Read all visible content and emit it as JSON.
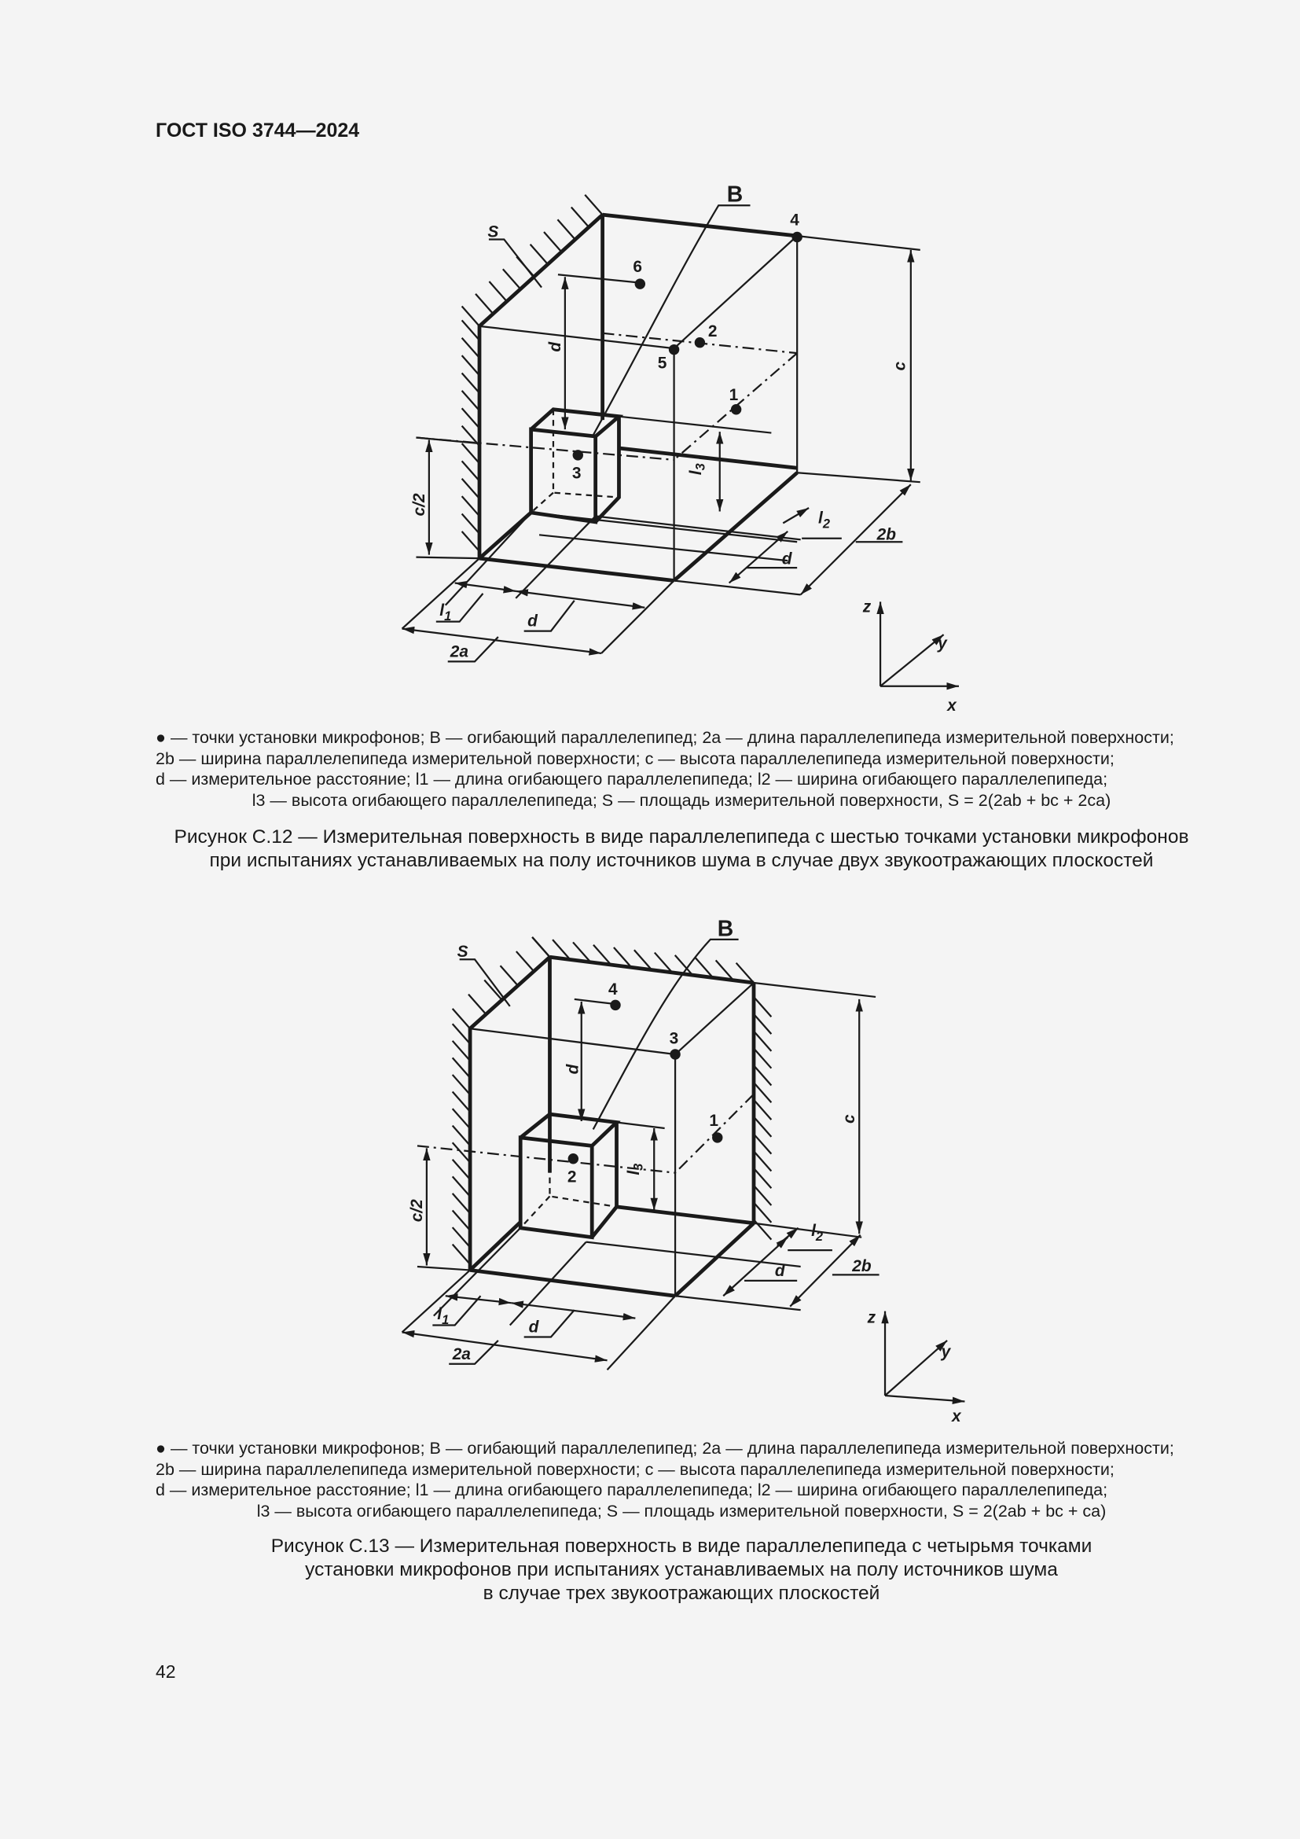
{
  "header": {
    "title": "ГОСТ ISO 3744—2024"
  },
  "figure12": {
    "labels": {
      "B": "B",
      "S": "S",
      "p1": "1",
      "p2": "2",
      "p3": "3",
      "p4": "4",
      "p5": "5",
      "p6": "6",
      "c": "c",
      "c2": "c/2",
      "d": "d",
      "l1": "l",
      "l1sub": "1",
      "l2": "l",
      "l2sub": "2",
      "l3": "l",
      "l3sub": "3",
      "twoa": "2a",
      "twob": "2b",
      "x": "x",
      "y": "y",
      "z": "z"
    },
    "legend": [
      "● — точки установки микрофонов; B — огибающий параллелепипед; 2a — длина параллелепипеда измерительной поверхности;",
      "2b — ширина параллелепипеда измерительной поверхности; c — высота параллелепипеда измерительной поверхности;",
      "d — измерительное расстояние; l1 — длина огибающего параллелепипеда; l2 — ширина огибающего параллелепипеда;",
      "l3 — высота огибающего параллелепипеда; S — площадь измерительной поверхности, S = 2(2ab + bc + 2ca)"
    ],
    "caption": [
      "Рисунок C.12 — Измерительная поверхность в виде параллелепипеда с шестью точками установки микрофонов",
      "при испытаниях устанавливаемых на полу источников шума в случае двух звукоотражающих плоскостей"
    ]
  },
  "figure13": {
    "labels": {
      "B": "B",
      "S": "S",
      "p1": "1",
      "p2": "2",
      "p3": "3",
      "p4": "4",
      "c": "c",
      "c2": "c/2",
      "d": "d",
      "l1": "l",
      "l1sub": "1",
      "l2": "l",
      "l2sub": "2",
      "l3": "l",
      "l3sub": "3",
      "twoa": "2a",
      "twob": "2b",
      "x": "x",
      "y": "y",
      "z": "z"
    },
    "legend": [
      "● — точки установки микрофонов; B — огибающий параллелепипед; 2a — длина параллелепипеда измерительной поверхности;",
      "2b — ширина параллелепипеда измерительной поверхности; c — высота параллелепипеда измерительной поверхности;",
      "d — измерительное расстояние; l1 — длина огибающего параллелепипеда; l2 — ширина огибающего параллелепипеда;",
      "l3 — высота огибающего параллелепипеда; S — площадь измерительной поверхности, S = 2(2ab + bc + ca)"
    ],
    "caption": [
      "Рисунок C.13 — Измерительная поверхность в виде параллелепипеда с четырьмя точками",
      "установки микрофонов при испытаниях устанавливаемых на полу источников шума",
      "в случае трех звукоотражающих плоскостей"
    ]
  },
  "page_number": "42"
}
